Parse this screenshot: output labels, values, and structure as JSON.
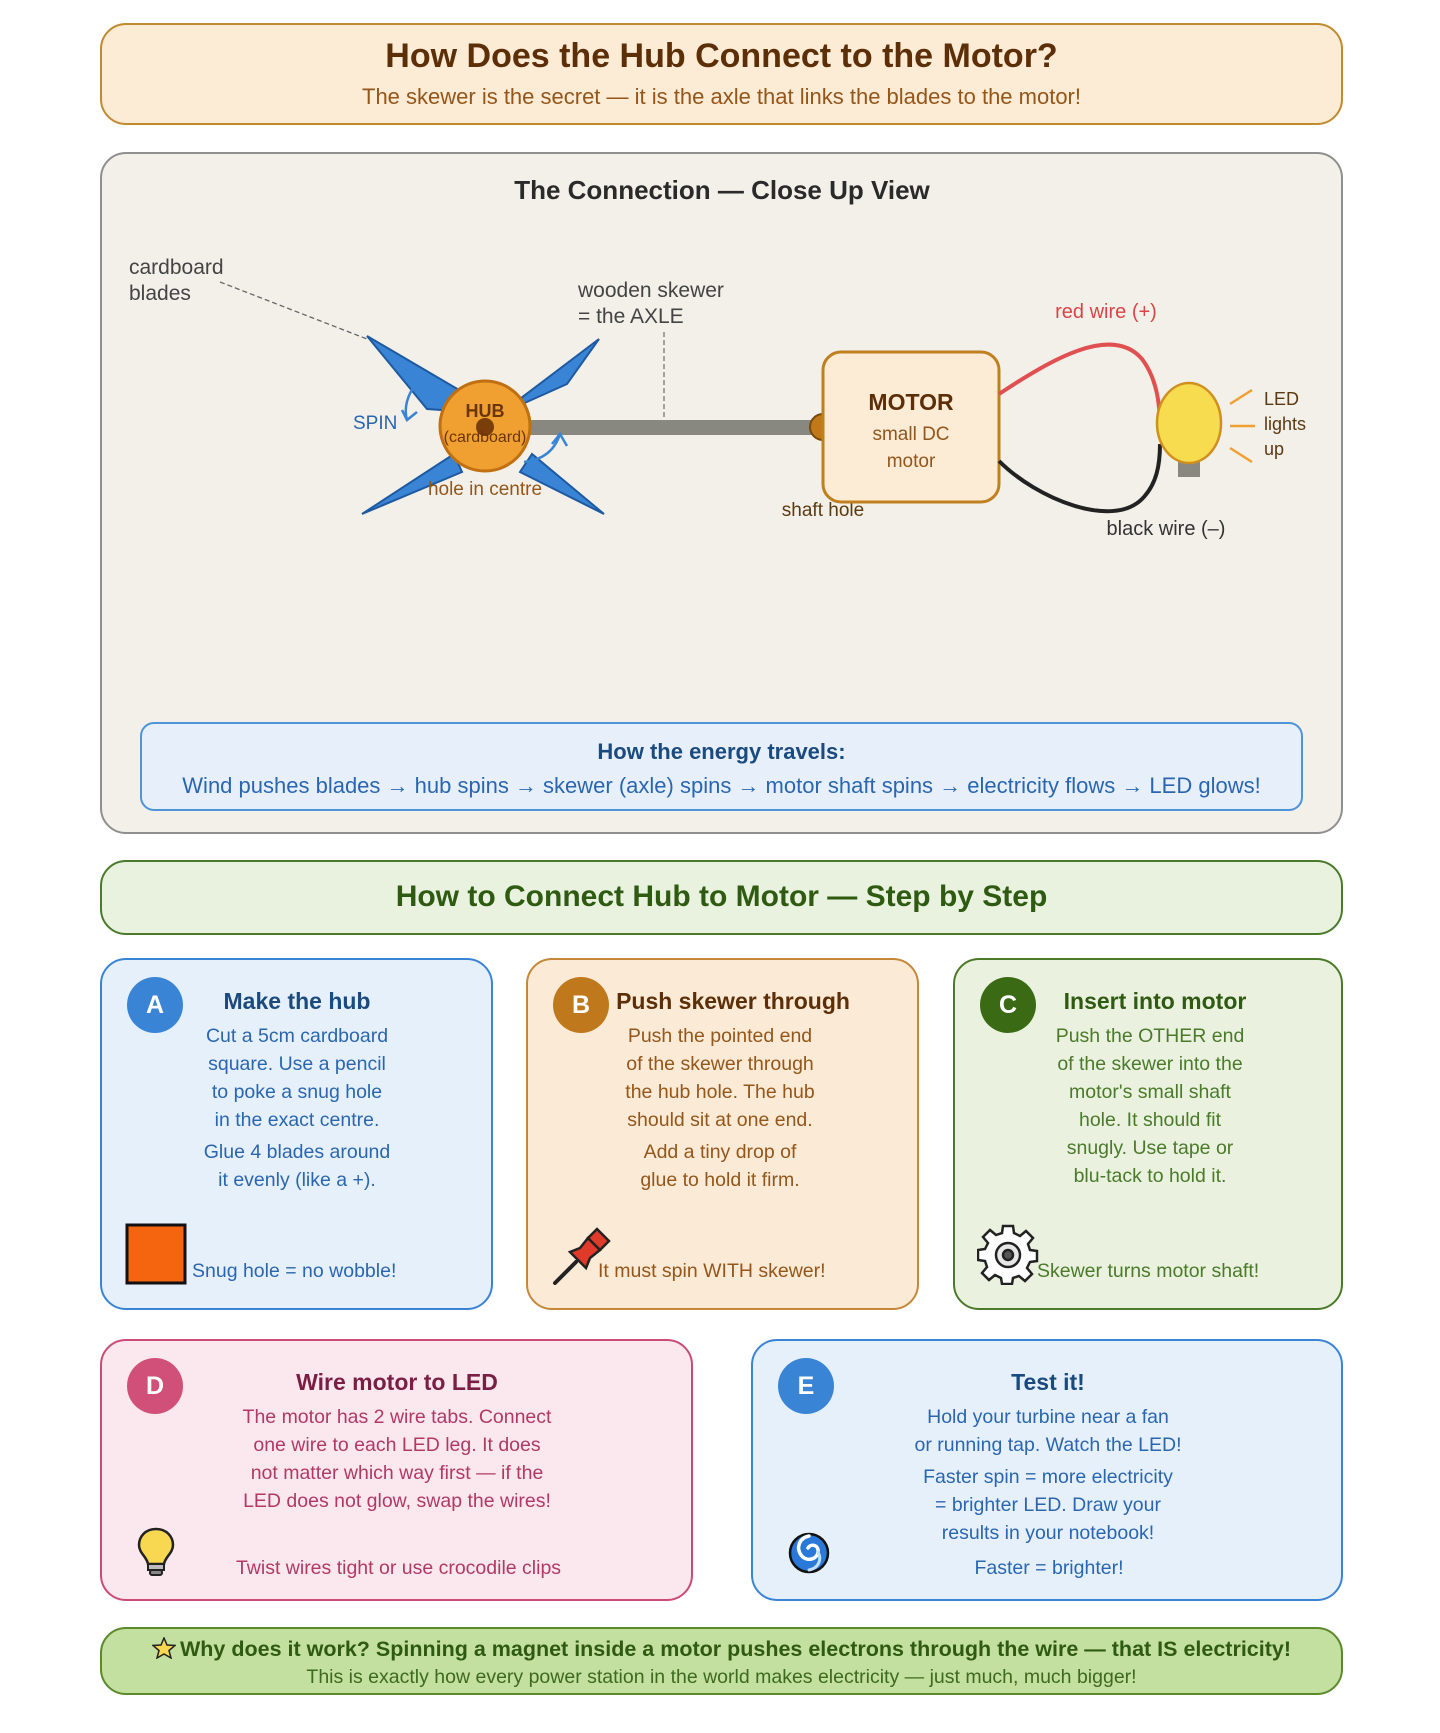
{
  "header": {
    "title": "How Does the Hub Connect to the Motor?",
    "subtitle": "The skewer is the secret — it is the axle that links the blades to the motor!"
  },
  "diagram": {
    "title": "The Connection — Close Up View",
    "blades_label_line1": "cardboard",
    "blades_label_line2": "blades",
    "skewer_label_line1": "wooden skewer",
    "skewer_label_line2": "= the AXLE",
    "spin_label": "SPIN",
    "hub_label": "HUB",
    "hub_sublabel": "(cardboard)",
    "hub_hole_label": "hole in centre",
    "motor_label": "MOTOR",
    "motor_sub1": "small DC",
    "motor_sub2": "motor",
    "shaft_hole_label": "shaft hole",
    "red_wire_label": "red wire (+)",
    "black_wire_label": "black wire (–)",
    "led_label1": "LED",
    "led_label2": "lights",
    "led_label3": "up",
    "colors": {
      "blade": "#3a84d6",
      "hub": "#f0a030",
      "skewer": "#888880",
      "motor_fill": "#fcebd5",
      "motor_border": "#c08020",
      "red_wire": "#e05050",
      "black_wire": "#222222",
      "led": "#f8dc50"
    }
  },
  "energy": {
    "heading": "How the energy travels:",
    "text": "Wind pushes blades → hub spins → skewer (axle) spins → motor shaft spins → electricity flows → LED glows!"
  },
  "steps_header": "How to Connect Hub to Motor — Step by Step",
  "steps": [
    {
      "badge": "A",
      "title": "Make the hub",
      "body1": [
        "Cut a 5cm cardboard",
        "square. Use a pencil",
        "to poke a snug hole",
        "in the exact centre."
      ],
      "body2": [
        "Glue 4 blades around",
        "it evenly (like a +)."
      ],
      "tip": "Snug hole = no wobble!",
      "icon": "orange-square-icon"
    },
    {
      "badge": "B",
      "title": "Push skewer through",
      "body1": [
        "Push the pointed end",
        "of the skewer through",
        "the hub hole. The hub",
        "should sit at one end."
      ],
      "body2": [
        "Add a tiny drop of",
        "glue to hold it firm."
      ],
      "tip": "It must spin WITH skewer!",
      "icon": "pushpin-icon"
    },
    {
      "badge": "C",
      "title": "Insert into motor",
      "body1": [
        "Push the OTHER end",
        "of the skewer into the",
        "motor's small shaft",
        "hole. It should fit",
        "snugly. Use tape or",
        "blu-tack to hold it."
      ],
      "tip": "Skewer turns motor shaft!",
      "icon": "gear-icon"
    },
    {
      "badge": "D",
      "title": "Wire motor to LED",
      "body1": [
        "The motor has 2 wire tabs. Connect",
        "one wire to each LED leg. It does",
        "not matter which way first — if the",
        "LED does not glow, swap the wires!"
      ],
      "tip": "Twist wires tight or use crocodile clips",
      "icon": "light-bulb-icon"
    },
    {
      "badge": "E",
      "title": "Test it!",
      "body1": [
        "Hold your turbine near a fan",
        "or running tap. Watch the LED!"
      ],
      "body2": [
        "Faster spin = more electricity",
        "= brighter LED. Draw your",
        "results in your notebook!"
      ],
      "tip": "Faster = brighter!",
      "icon": "cyclone-icon"
    }
  ],
  "why": {
    "title": "Why does it work? Spinning a magnet inside a motor pushes electrons through the wire — that IS electricity!",
    "subtitle": "This is exactly how every power station in the world makes electricity — just much, much bigger!",
    "icon": "star-icon"
  }
}
